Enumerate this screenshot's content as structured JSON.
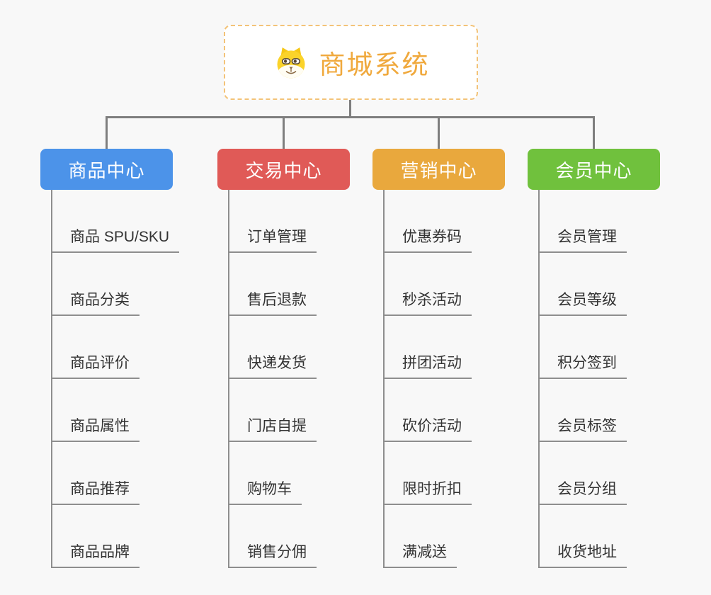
{
  "root": {
    "title": "商城系统",
    "icon": "dog-face-icon",
    "accent_color": "#f0a93d",
    "border_color": "#f3c378"
  },
  "branches": [
    {
      "label": "商品中心",
      "color": "#4c93e9",
      "items": [
        "商品 SPU/SKU",
        "商品分类",
        "商品评价",
        "商品属性",
        "商品推荐",
        "商品品牌"
      ]
    },
    {
      "label": "交易中心",
      "color": "#e05a57",
      "items": [
        "订单管理",
        "售后退款",
        "快递发货",
        "门店自提",
        "购物车",
        "销售分佣"
      ]
    },
    {
      "label": "营销中心",
      "color": "#e9a83d",
      "items": [
        "优惠券码",
        "秒杀活动",
        "拼团活动",
        "砍价活动",
        "限时折扣",
        "满减送"
      ]
    },
    {
      "label": "会员中心",
      "color": "#70c13d",
      "items": [
        "会员管理",
        "会员等级",
        "积分签到",
        "会员标签",
        "会员分组",
        "收货地址"
      ]
    }
  ],
  "style": {
    "background": "#f8f8f8",
    "connector_color": "#7e7e7e",
    "leaf_line_color": "#8e8e8e",
    "leaf_text_color": "#333333"
  }
}
